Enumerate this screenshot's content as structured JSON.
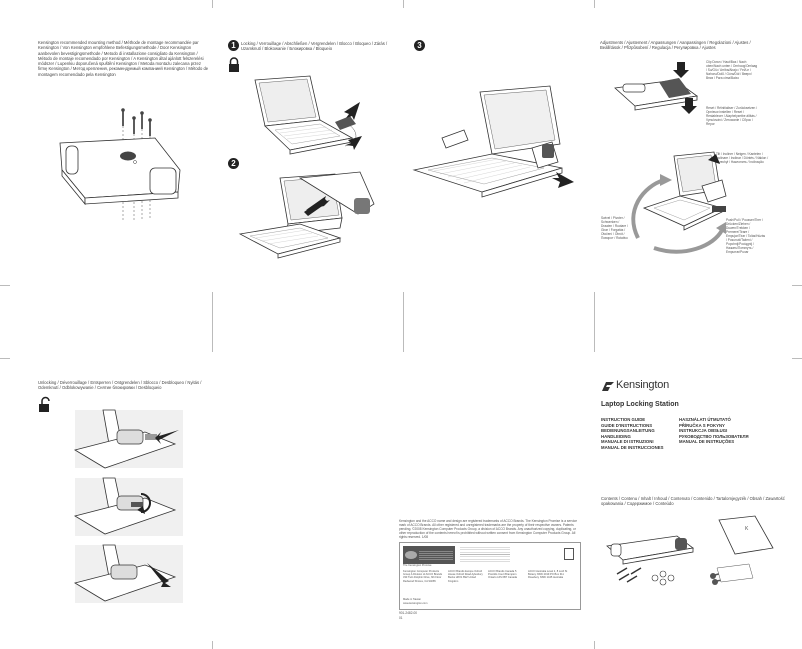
{
  "panel1": {
    "mounting_text": "Kensington recommended mounting method / Méthode de montage recommandée par Kensington / Von Kensington empfohlene Befestigungsmethode / Door Kensington aanbevolen bevestigingsmethode / Metodo di installazione consigliato da Kensington / Método de montaje recomendado por Kensington / A Kensington által ajánlott felszerelési módszer / Lupenkiu doporučená spuštění Kensington / Metoda montażu zalecana przez firmę Kensington / Метод крепления, рекомендуемый компанией Kensington / Método de montagem recomendado pela Kensington"
  },
  "panel2": {
    "step1_number": "1",
    "locking_label": "Locking / Verrouillage / Abschließen / Vergrendelen / Blocco / Bloqueo / Zárás / Uzamknutí / Blokowanie / Блокировка / Bloqueio",
    "step2_number": "2"
  },
  "panel3": {
    "step3_number": "3"
  },
  "panel4": {
    "adjustments_label": "Adjustments / Ajustement / Anpassungen / Aanpassingen / Regolazioni / Ajustes / Beállítások / Přizpůsobení / Regulacja / Регулировка / Ajustes",
    "clip_label": "Clip Down / Haut/Bas / Nach oben/Nach unten / Omhoog/Omlaag / Su/Giù / Arriba/Abajo / Fel/Le / Nahoru/Dolů / Góra/Dół / Вверх/Вниз / Para cima/Baixo",
    "reset_label": "Reset / Réinitialiser / Zurücksetzen / Opnieuw instellen / Reset / Restablecer / Alaphelyzetbe állítás / Vynulování / Zerowanie / Сброс / Repor",
    "tilt_label": "Tilt / Incliner / Neigen / Kantelen / Inclinare / Inclinar / Döntés / Náklon / Przechył / Наклонить / Inclinação",
    "swivel_label": "Swivel / Pivoter / Schwenken / Draaien / Ruotare / Girar / Forgatás / Otočení / Obrót / Поворот / Rotativo",
    "pushpull_label": "Push/Pull / Pousser/Tirer / Drücken/Ziehen / Duwen/Trekken / Premere/Tirare / Empujar/Tirar / Tolás/Húzás / Posunutí/Tažení / Popchnij/Pociągnij / Нажать/Потянуть / Empurrar/Puxar"
  },
  "panel5": {
    "unlocking_label": "Unlocking / Déverrouillage / Entsperren / Ontgrendelen / Sblocco / Desbloqueo / Nyitás / Odemknutí / Odblokowywanie / Снятие блокировки / Desbloqueio"
  },
  "panel6": {
    "fine_print": "Kensington and the ACCO name and design are registered trademarks of ACCO Brands. The Kensington Promise is a service mark of ACCO Brands. All other registered and unregistered trademarks are the property of their respective owners. Patents pending. ©2008 Kensington Computer Products Group, a division of ACCO Brands. Any unauthorized copying, duplicating, or other reproduction of the contents hereof is prohibited without written consent from Kensington Computer Products Group. All rights reserved. 1/08",
    "promise_brand": "The Kensington Promise",
    "contact_blocks": [
      "Kensington Computer Products Group A Division of ACCO Brands 333 Twin Dolphin Drive, 6th Floor Redwood Shores, CA 94065",
      "ACCO Brands Europe Oxford House Oxford Road Aylesbury Bucks HP21 8SZ United Kingdom",
      "ACCO Brands Canada 5 Precidio Court Brampton Ontario L6S 6B7 Canada",
      "ACCO Australia Level 2, 8 Lord St Botany NSW 2019 PO Box 311 Rosebery NSW 1445 Australia"
    ],
    "made_in": "Made in Taiwan",
    "website": "www.kensington.com",
    "part_number": "901-2482-00",
    "revision": "01"
  },
  "panel7": {
    "brand": "Kensington",
    "product_title": "Laptop Locking Station",
    "guides_left": [
      "INSTRUCTION GUIDE",
      "GUIDE D'INSTRUCTIONS",
      "BEDIENUNGSANLEITUNG",
      "HANDLEIDING",
      "MANUALE DI ISTRUZIONI",
      "MANUAL DE INSTRUCCIONES"
    ],
    "guides_right": [
      "HASZNÁLATI ÚTMUTATÓ",
      "PŘÍRUČKA S POKYNY",
      "INSTRUKCJA OBSŁUGI",
      "РУКОВОДСТВО ПОЛЬЗОВАТЕЛЯ",
      "MANUAL DE INSTRUÇÕES"
    ],
    "contents_label": "Contents / Contenu / Inhalt / Inhoud / Contenuto / Contenido / Tartalomjegyzék / Obsah / Zawartość opakowania / Содержимое / Conteúdo"
  }
}
